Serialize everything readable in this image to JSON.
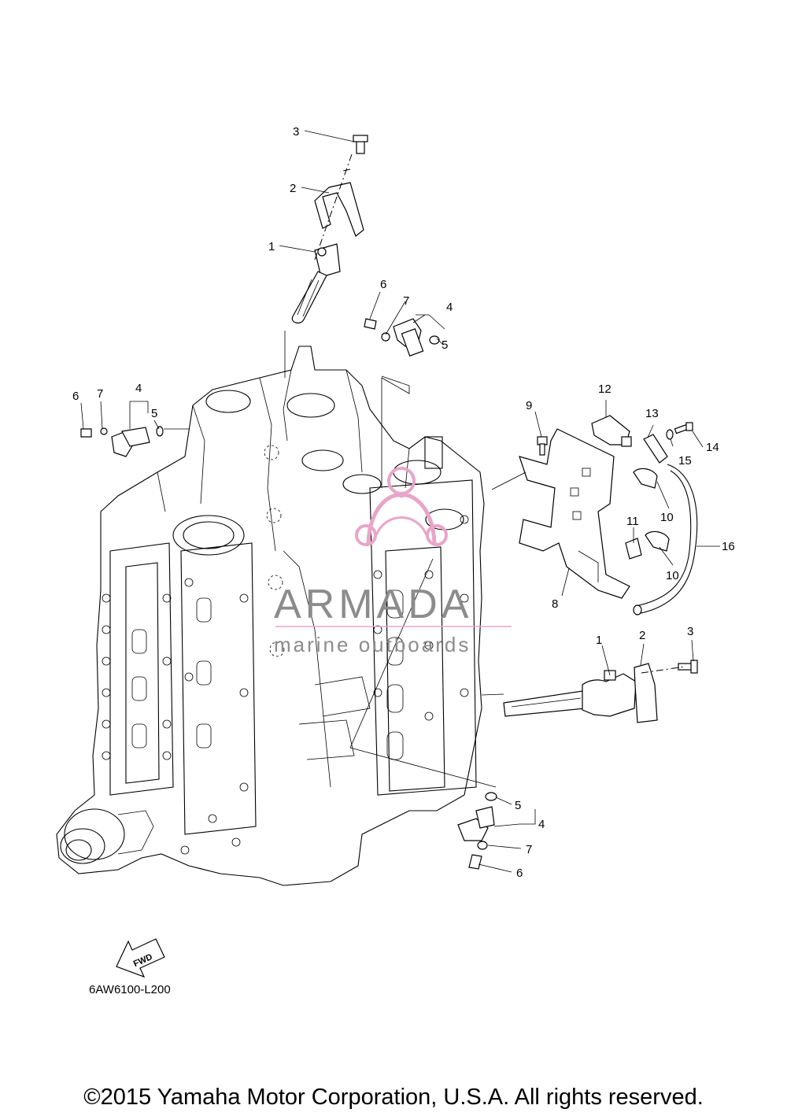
{
  "callouts": {
    "top_3": "3",
    "top_2": "2",
    "top_1": "1",
    "mid_6": "6",
    "mid_7": "7",
    "mid_4": "4",
    "mid_5": "5",
    "left_6": "6",
    "left_7": "7",
    "left_4": "4",
    "left_5": "5",
    "plate_9": "9",
    "plate_12": "12",
    "plate_13": "13",
    "plate_14": "14",
    "plate_15": "15",
    "plate_10a": "10",
    "plate_11": "11",
    "plate_16": "16",
    "plate_10b": "10",
    "plate_8": "8",
    "right_1": "1",
    "right_2": "2",
    "right_3": "3",
    "bottom_5": "5",
    "bottom_4": "4",
    "bottom_7": "7",
    "bottom_6": "6"
  },
  "watermark": {
    "title": "ARMADA",
    "subtitle": "marine outboards",
    "color": "#e9a5c8",
    "title_color": "#8c8c8c"
  },
  "fwd_label": "FWD",
  "diagram_code": "6AW6100-L200",
  "copyright": "©2015 Yamaha Motor Corporation, U.S.A. All rights reserved."
}
